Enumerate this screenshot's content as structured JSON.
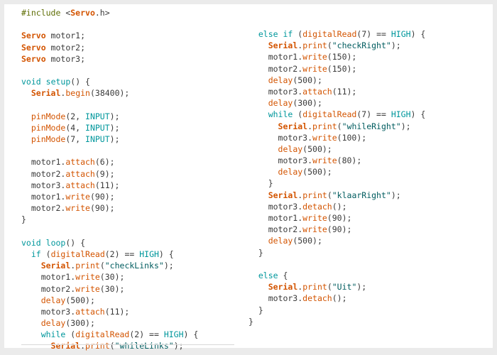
{
  "editor": {
    "colors": {
      "directive": "#5E6D03",
      "keyword": "#00979C",
      "type": "#D35400",
      "function": "#D35400",
      "string": "#005C5F",
      "plain": "#3A3A3A"
    },
    "left_lines": [
      [
        [
          "dir",
          "#include"
        ],
        [
          "plain",
          " <"
        ],
        [
          "type",
          "Servo"
        ],
        [
          "plain",
          ".h>"
        ]
      ],
      [],
      [
        [
          "type",
          "Servo"
        ],
        [
          "plain",
          " motor1;"
        ]
      ],
      [
        [
          "type",
          "Servo"
        ],
        [
          "plain",
          " motor2;"
        ]
      ],
      [
        [
          "type",
          "Servo"
        ],
        [
          "plain",
          " motor3;"
        ]
      ],
      [],
      [
        [
          "kw",
          "void"
        ],
        [
          "plain",
          " "
        ],
        [
          "kw",
          "setup"
        ],
        [
          "plain",
          "() {"
        ]
      ],
      [
        [
          "plain",
          "  "
        ],
        [
          "type",
          "Serial"
        ],
        [
          "plain",
          "."
        ],
        [
          "fn",
          "begin"
        ],
        [
          "plain",
          "(38400);"
        ]
      ],
      [],
      [
        [
          "plain",
          "  "
        ],
        [
          "fn",
          "pinMode"
        ],
        [
          "plain",
          "(2, "
        ],
        [
          "kw",
          "INPUT"
        ],
        [
          "plain",
          ");"
        ]
      ],
      [
        [
          "plain",
          "  "
        ],
        [
          "fn",
          "pinMode"
        ],
        [
          "plain",
          "(4, "
        ],
        [
          "kw",
          "INPUT"
        ],
        [
          "plain",
          ");"
        ]
      ],
      [
        [
          "plain",
          "  "
        ],
        [
          "fn",
          "pinMode"
        ],
        [
          "plain",
          "(7, "
        ],
        [
          "kw",
          "INPUT"
        ],
        [
          "plain",
          ");"
        ]
      ],
      [],
      [
        [
          "plain",
          "  motor1."
        ],
        [
          "fn",
          "attach"
        ],
        [
          "plain",
          "(6);"
        ]
      ],
      [
        [
          "plain",
          "  motor2."
        ],
        [
          "fn",
          "attach"
        ],
        [
          "plain",
          "(9);"
        ]
      ],
      [
        [
          "plain",
          "  motor3."
        ],
        [
          "fn",
          "attach"
        ],
        [
          "plain",
          "(11);"
        ]
      ],
      [
        [
          "plain",
          "  motor1."
        ],
        [
          "fn",
          "write"
        ],
        [
          "plain",
          "(90);"
        ]
      ],
      [
        [
          "plain",
          "  motor2."
        ],
        [
          "fn",
          "write"
        ],
        [
          "plain",
          "(90);"
        ]
      ],
      [
        [
          "plain",
          "}"
        ]
      ],
      [],
      [
        [
          "kw",
          "void"
        ],
        [
          "plain",
          " "
        ],
        [
          "kw",
          "loop"
        ],
        [
          "plain",
          "() {"
        ]
      ],
      [
        [
          "plain",
          "  "
        ],
        [
          "kw",
          "if"
        ],
        [
          "plain",
          " ("
        ],
        [
          "fn",
          "digitalRead"
        ],
        [
          "plain",
          "(2) == "
        ],
        [
          "kw",
          "HIGH"
        ],
        [
          "plain",
          ") {"
        ]
      ],
      [
        [
          "plain",
          "    "
        ],
        [
          "type",
          "Serial"
        ],
        [
          "plain",
          "."
        ],
        [
          "fn",
          "print"
        ],
        [
          "plain",
          "("
        ],
        [
          "str",
          "\"checkLinks\""
        ],
        [
          "plain",
          ");"
        ]
      ],
      [
        [
          "plain",
          "    motor1."
        ],
        [
          "fn",
          "write"
        ],
        [
          "plain",
          "(30);"
        ]
      ],
      [
        [
          "plain",
          "    motor2."
        ],
        [
          "fn",
          "write"
        ],
        [
          "plain",
          "(30);"
        ]
      ],
      [
        [
          "plain",
          "    "
        ],
        [
          "fn",
          "delay"
        ],
        [
          "plain",
          "(500);"
        ]
      ],
      [
        [
          "plain",
          "    motor3."
        ],
        [
          "fn",
          "attach"
        ],
        [
          "plain",
          "(11);"
        ]
      ],
      [
        [
          "plain",
          "    "
        ],
        [
          "fn",
          "delay"
        ],
        [
          "plain",
          "(300);"
        ]
      ],
      [
        [
          "plain",
          "    "
        ],
        [
          "kw",
          "while"
        ],
        [
          "plain",
          " ("
        ],
        [
          "fn",
          "digitalRead"
        ],
        [
          "plain",
          "(2) == "
        ],
        [
          "kw",
          "HIGH"
        ],
        [
          "plain",
          ") {"
        ]
      ],
      [
        [
          "plain",
          "      "
        ],
        [
          "type",
          "Serial"
        ],
        [
          "plain",
          "."
        ],
        [
          "fn",
          "print"
        ],
        [
          "plain",
          "("
        ],
        [
          "str",
          "\"whileLinks\""
        ],
        [
          "plain",
          ");"
        ]
      ]
    ],
    "right_lines": [
      [
        [
          "plain",
          "  "
        ],
        [
          "kw",
          "else"
        ],
        [
          "plain",
          " "
        ],
        [
          "kw",
          "if"
        ],
        [
          "plain",
          " ("
        ],
        [
          "fn",
          "digitalRead"
        ],
        [
          "plain",
          "(7) == "
        ],
        [
          "kw",
          "HIGH"
        ],
        [
          "plain",
          ") {"
        ]
      ],
      [
        [
          "plain",
          "    "
        ],
        [
          "type",
          "Serial"
        ],
        [
          "plain",
          "."
        ],
        [
          "fn",
          "print"
        ],
        [
          "plain",
          "("
        ],
        [
          "str",
          "\"checkRight\""
        ],
        [
          "plain",
          ");"
        ]
      ],
      [
        [
          "plain",
          "    motor1."
        ],
        [
          "fn",
          "write"
        ],
        [
          "plain",
          "(150);"
        ]
      ],
      [
        [
          "plain",
          "    motor2."
        ],
        [
          "fn",
          "write"
        ],
        [
          "plain",
          "(150);"
        ]
      ],
      [
        [
          "plain",
          "    "
        ],
        [
          "fn",
          "delay"
        ],
        [
          "plain",
          "(500);"
        ]
      ],
      [
        [
          "plain",
          "    motor3."
        ],
        [
          "fn",
          "attach"
        ],
        [
          "plain",
          "(11);"
        ]
      ],
      [
        [
          "plain",
          "    "
        ],
        [
          "fn",
          "delay"
        ],
        [
          "plain",
          "(300);"
        ]
      ],
      [
        [
          "plain",
          "    "
        ],
        [
          "kw",
          "while"
        ],
        [
          "plain",
          " ("
        ],
        [
          "fn",
          "digitalRead"
        ],
        [
          "plain",
          "(7) == "
        ],
        [
          "kw",
          "HIGH"
        ],
        [
          "plain",
          ") {"
        ]
      ],
      [
        [
          "plain",
          "      "
        ],
        [
          "type",
          "Serial"
        ],
        [
          "plain",
          "."
        ],
        [
          "fn",
          "print"
        ],
        [
          "plain",
          "("
        ],
        [
          "str",
          "\"whileRight\""
        ],
        [
          "plain",
          ");"
        ]
      ],
      [
        [
          "plain",
          "      motor3."
        ],
        [
          "fn",
          "write"
        ],
        [
          "plain",
          "(100);"
        ]
      ],
      [
        [
          "plain",
          "      "
        ],
        [
          "fn",
          "delay"
        ],
        [
          "plain",
          "(500);"
        ]
      ],
      [
        [
          "plain",
          "      motor3."
        ],
        [
          "fn",
          "write"
        ],
        [
          "plain",
          "(80);"
        ]
      ],
      [
        [
          "plain",
          "      "
        ],
        [
          "fn",
          "delay"
        ],
        [
          "plain",
          "(500);"
        ]
      ],
      [
        [
          "plain",
          "    }"
        ]
      ],
      [
        [
          "plain",
          "    "
        ],
        [
          "type",
          "Serial"
        ],
        [
          "plain",
          "."
        ],
        [
          "fn",
          "print"
        ],
        [
          "plain",
          "("
        ],
        [
          "str",
          "\"klaarRight\""
        ],
        [
          "plain",
          ");"
        ]
      ],
      [
        [
          "plain",
          "    motor3."
        ],
        [
          "fn",
          "detach"
        ],
        [
          "plain",
          "();"
        ]
      ],
      [
        [
          "plain",
          "    motor1."
        ],
        [
          "fn",
          "write"
        ],
        [
          "plain",
          "(90);"
        ]
      ],
      [
        [
          "plain",
          "    motor2."
        ],
        [
          "fn",
          "write"
        ],
        [
          "plain",
          "(90);"
        ]
      ],
      [
        [
          "plain",
          "    "
        ],
        [
          "fn",
          "delay"
        ],
        [
          "plain",
          "(500);"
        ]
      ],
      [
        [
          "plain",
          "  }"
        ]
      ],
      [],
      [
        [
          "plain",
          "  "
        ],
        [
          "kw",
          "else"
        ],
        [
          "plain",
          " {"
        ]
      ],
      [
        [
          "plain",
          "    "
        ],
        [
          "type",
          "Serial"
        ],
        [
          "plain",
          "."
        ],
        [
          "fn",
          "print"
        ],
        [
          "plain",
          "("
        ],
        [
          "str",
          "\"Uit\""
        ],
        [
          "plain",
          ");"
        ]
      ],
      [
        [
          "plain",
          "    motor3."
        ],
        [
          "fn",
          "detach"
        ],
        [
          "plain",
          "();"
        ]
      ],
      [
        [
          "plain",
          "  }"
        ]
      ],
      [
        [
          "plain",
          "}"
        ]
      ]
    ]
  }
}
